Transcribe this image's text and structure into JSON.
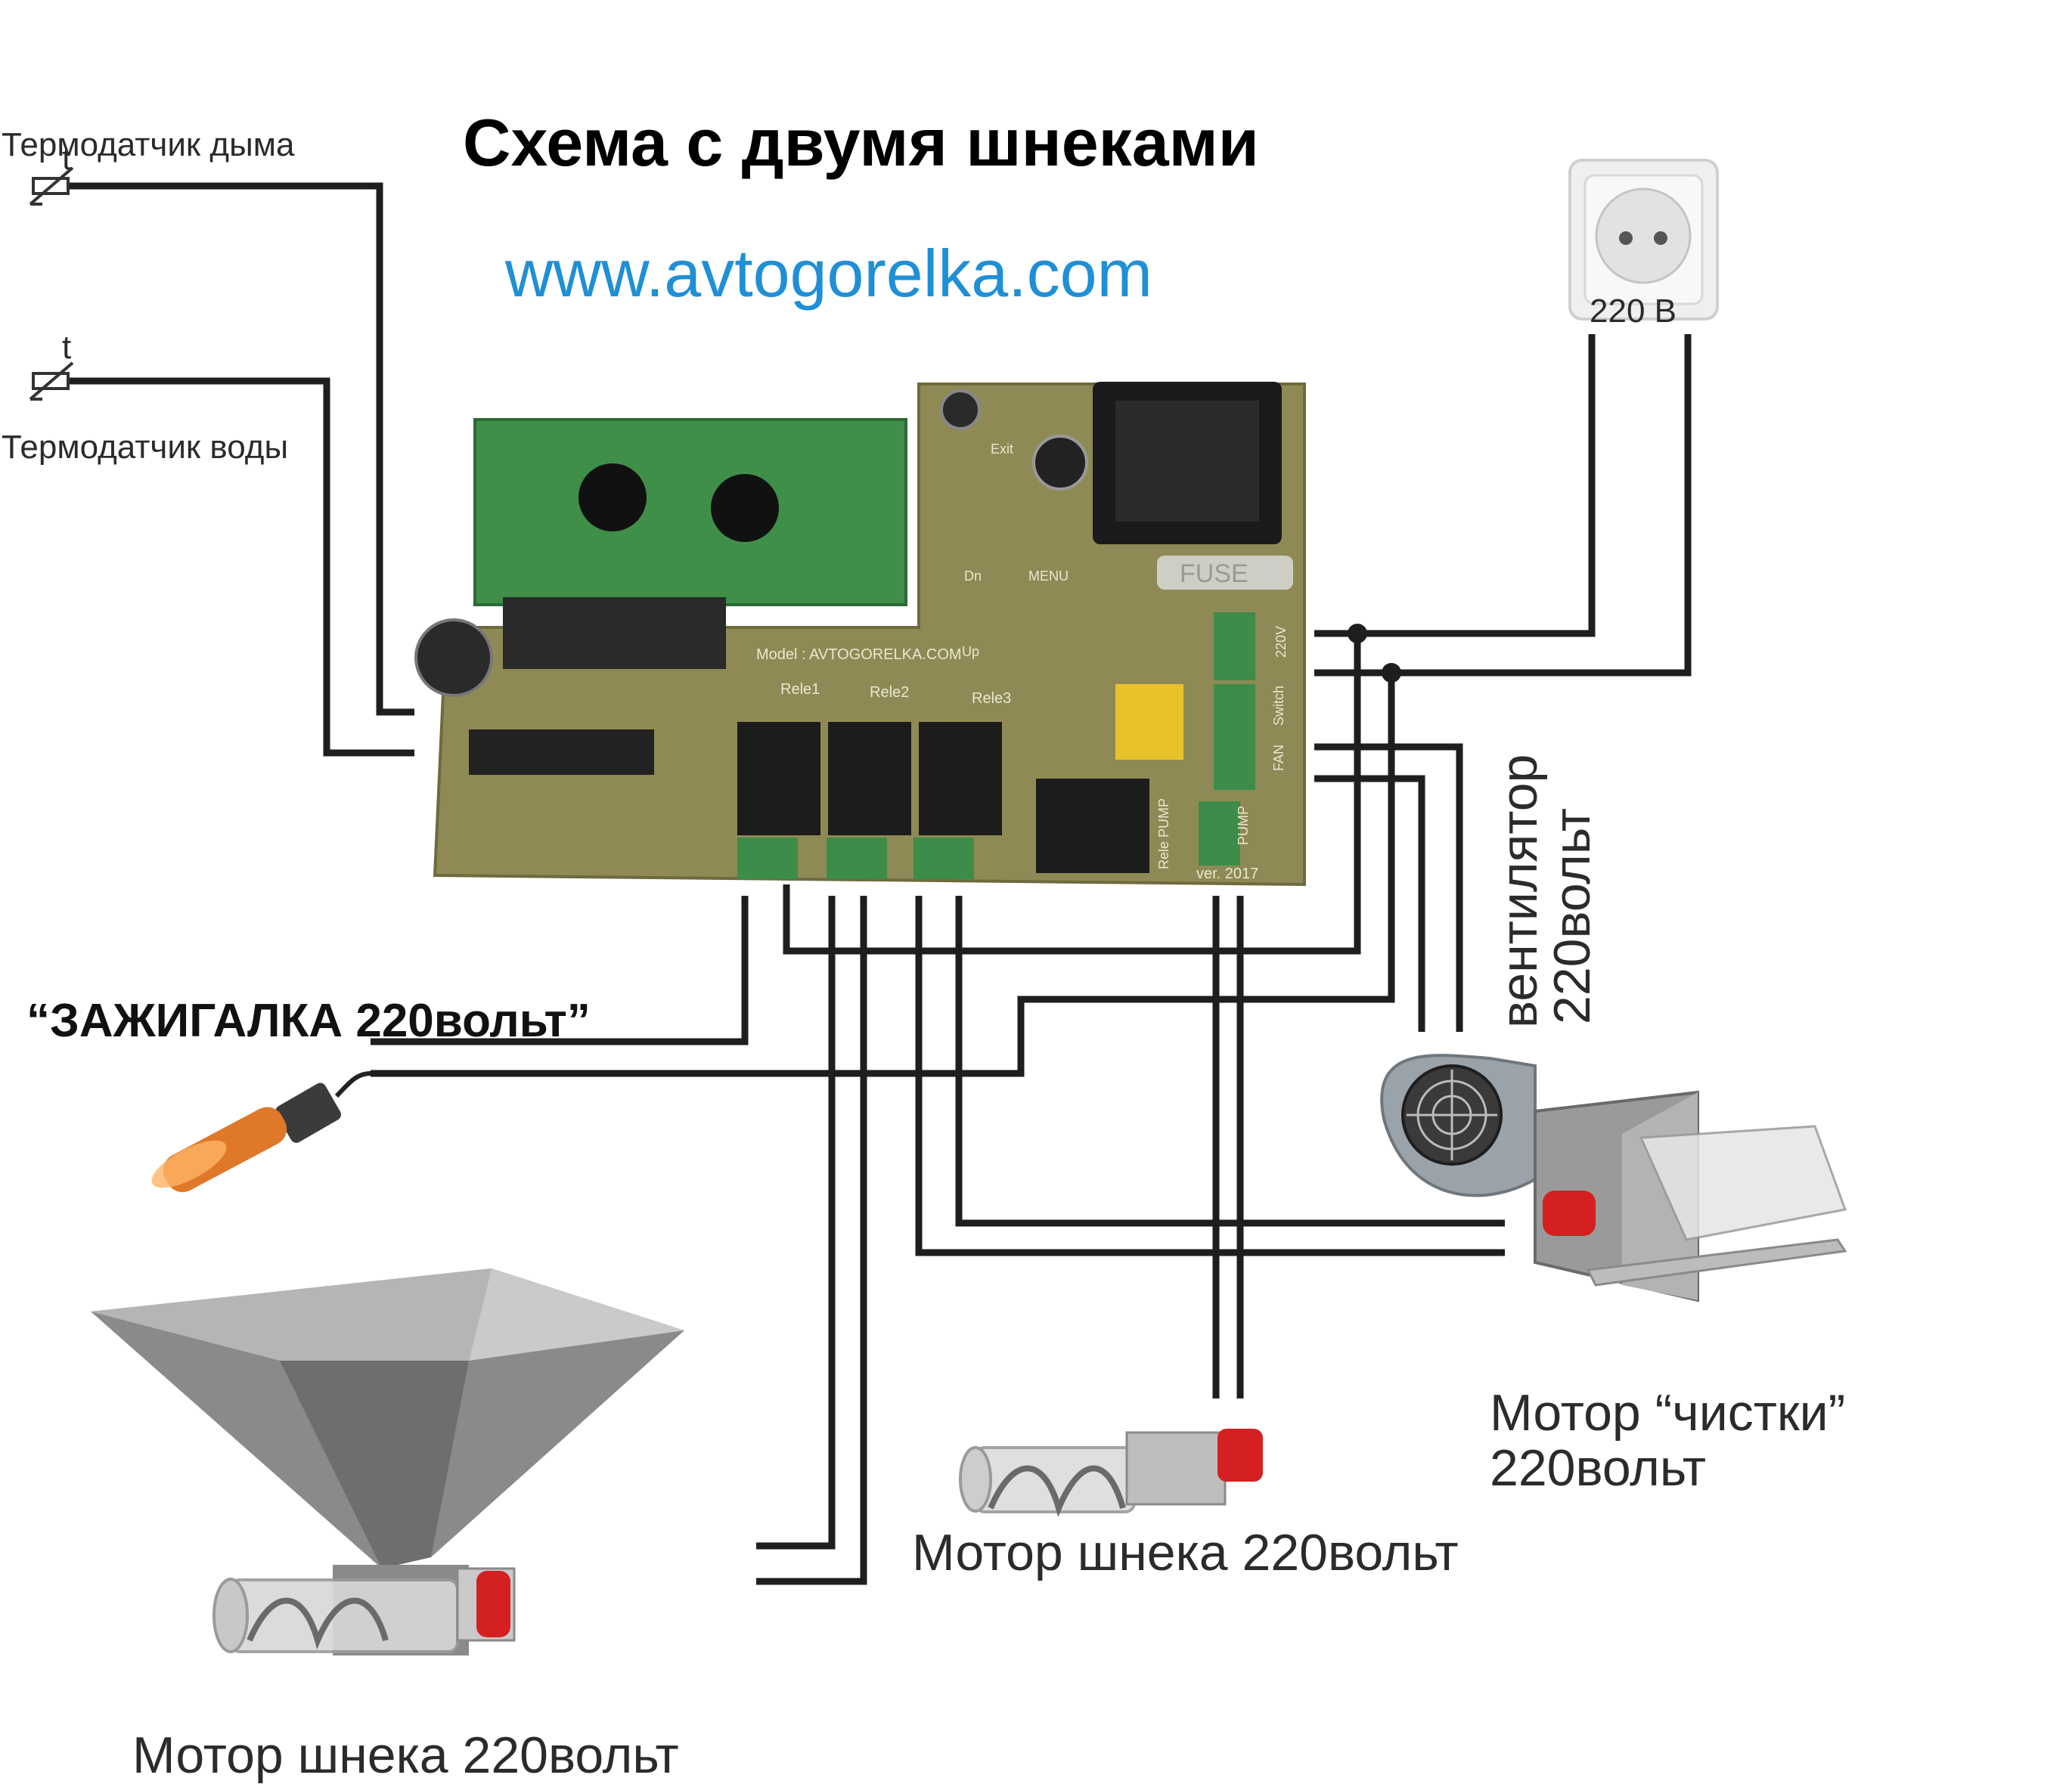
{
  "title": "Схема с двумя шнеками",
  "website": "www.avtogorelka.com",
  "labels": {
    "smoke_sensor": "Термодатчик дыма",
    "water_sensor": "Термодатчик воды",
    "sensor_symbol": "t",
    "socket": "220 В",
    "fan_line1": "вентилятор",
    "fan_line2": "220вольт",
    "igniter": "“ЗАЖИГАЛКА 220вольт”",
    "cleaning_motor_line1": "Мотор “чистки”",
    "cleaning_motor_line2": "220вольт",
    "auger_motor_middle": "Мотор шнека 220вольт",
    "auger_motor_bottom": "Мотор шнека 220вольт"
  },
  "board": {
    "model_text": "Model :   AVTOGORELKA.COM",
    "relay_labels": [
      "Rele1",
      "Rele2",
      "Rele3"
    ],
    "version_text": "ver. 2017",
    "fuse_text": "FUSE",
    "pump_text": "Rele PUMP",
    "buttons": [
      "Exit",
      "MENU",
      "Dn",
      "Up"
    ],
    "terminal_labels": [
      "220V",
      "Switch",
      "FAN",
      "PUMP"
    ]
  },
  "colors": {
    "wire": "#1e1e1e",
    "pcb": "#8f8a55",
    "lcd_pcb": "#3f8f49",
    "relay": "#1c1c1c",
    "terminal": "#3d8c4a",
    "link": "#1f8fd6",
    "hopper": "#8a8a8a",
    "motor_cap": "#d42020"
  }
}
